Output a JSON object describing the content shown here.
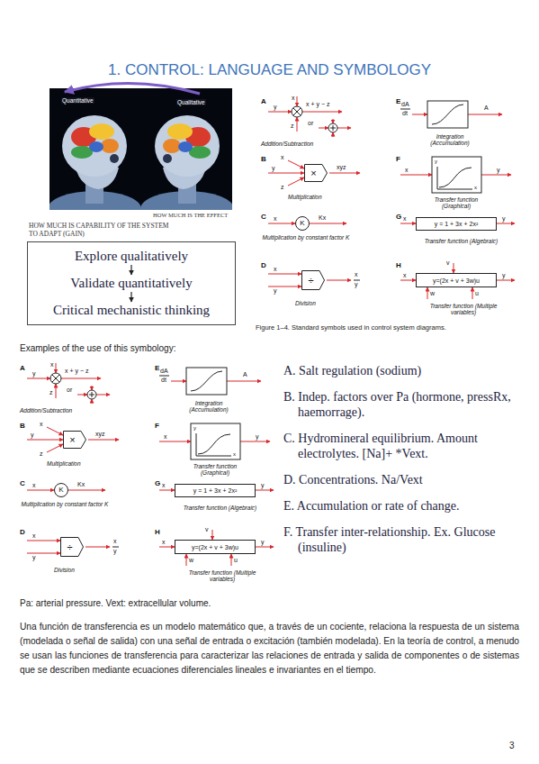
{
  "diagram": {
    "title": "1. CONTROL: LANGUAGE AND SYMBOLOGY",
    "nodes": [
      {
        "text": [
          "Explore qualitatively",
          "Validate quantitatively",
          "Critical mechanistic thinking"
        ]
      },
      {
        "text": [
          "×"
        ]
      },
      {
        "text": [
          "K"
        ]
      },
      {
        "text": [
          "÷"
        ]
      },
      {
        "text": [
          "y = 1 + 3x + 2x²"
        ]
      },
      {
        "text": [
          "y=(2x + v + 3w)u"
        ]
      },
      {
        "text": [
          "×"
        ]
      },
      {
        "text": [
          "K"
        ]
      },
      {
        "text": [
          "÷"
        ]
      },
      {
        "text": [
          "y = 1 + 3x + 2x²"
        ]
      },
      {
        "text": [
          "y=(2x + v + 3w)u"
        ]
      }
    ],
    "labels": [
      "Quantitative",
      "Qualitative",
      "HOW MUCH IS THE EFFECT",
      "HOW MUCH IS CAPABILITY OF THE SYSTEM TO ADAPT (GAIN)",
      "A",
      "x",
      "y",
      "x + y − z",
      "z",
      "or",
      "Addition/Subtraction",
      "E",
      "dA",
      "dt",
      "A",
      "Integration (Accumulation)",
      "B",
      "x",
      "y",
      "z",
      "xyz",
      "Multiplication",
      "F",
      "y",
      "x",
      "x",
      "y",
      "Transfer function (Graphical)",
      "C",
      "x",
      "Kx",
      "Multiplication by constant factor K",
      "G",
      "x",
      "y",
      "Transfer function (Algebraic)",
      "D",
      "x",
      "y",
      "x",
      "y",
      "Division",
      "H",
      "v",
      "x",
      "y",
      "w",
      "u",
      "Transfer function (Multiple variables)",
      "Figure 1–4. Standard symbols used in control system diagrams.",
      "Examples of the use of this symbology:",
      "A",
      "x",
      "y",
      "x + y − z",
      "z",
      "or",
      "Addition/Subtraction",
      "E",
      "dA",
      "dt",
      "A",
      "Integration (Accumulation)",
      "B",
      "x",
      "y",
      "z",
      "xyz",
      "Multiplication",
      "F",
      "y",
      "x",
      "x",
      "y",
      "Transfer function (Graphical)",
      "C",
      "x",
      "Kx",
      "Multiplication by constant factor K",
      "G",
      "x",
      "y",
      "Transfer function (Algebraic)",
      "D",
      "x",
      "y",
      "x",
      "y",
      "Division",
      "H",
      "v",
      "x",
      "y",
      "w",
      "u",
      "Transfer function (Multiple variables)",
      "A. Salt regulation (sodium)",
      "B. Indep. factors over Pa (hormone, pressRx, haemorrage).",
      "C. Hydromineral equilibrium. Amount electrolytes. [Na]+ *Vext.",
      "D. Concentrations. Na/Vext",
      "E. Accumulation or rate of change.",
      "F. Transfer inter-relationship. Ex. Glucose (insuline)",
      "Pa: arterial pressure. Vext: extracellular volume.",
      "Una función de transferencia es un modelo matemático que, a través de un cociente, relaciona la respuesta de un sistema (modelada o señal de salida) con una señal de entrada o excitación (también modelada). En la teoría de control, a menudo se usan las funciones de transferencia para caracterizar las relaciones de entrada y salida de componentes o de sistemas que se describen mediante ecuaciones diferenciales lineales e invariantes en el tiempo.",
      "3"
    ]
  }
}
